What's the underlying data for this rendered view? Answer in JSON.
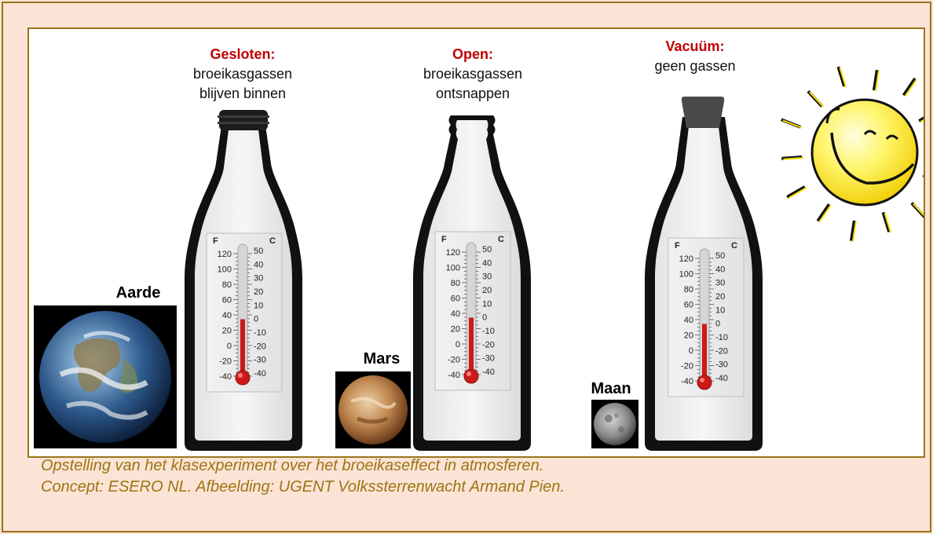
{
  "experiments": [
    {
      "title": "Gesloten:",
      "line1": "broeikasgassen",
      "line2": "blijven binnen",
      "body": "Aarde",
      "cap": "closed"
    },
    {
      "title": "Open:",
      "line1": "broeikasgassen",
      "line2": "ontsnappen",
      "body": "Mars",
      "cap": "open"
    },
    {
      "title": "Vacuüm:",
      "line1": "geen gassen",
      "line2": "",
      "body": "Maan",
      "cap": "stopper"
    }
  ],
  "thermometer": {
    "unit_left": "F",
    "unit_right": "C",
    "fahrenheit": [
      "120",
      "100",
      "80",
      "60",
      "40",
      "20",
      "0",
      "-20",
      "-40"
    ],
    "celsius": [
      "50",
      "40",
      "30",
      "20",
      "10",
      "0",
      "-10",
      "-20",
      "-30",
      "-40"
    ]
  },
  "caption": {
    "line1": "Opstelling van het klasexperiment over het broeikaseffect in atmosferen.",
    "line2": "Concept: ESERO NL. Afbeelding: UGENT Volkssterrenwacht Armand Pien."
  },
  "colors": {
    "title_red": "#c00000",
    "frame": "#9a7418",
    "background": "#fbe4d6",
    "caption": "#9c7412"
  },
  "icons": {
    "sun": "smiling-sun-icon"
  }
}
